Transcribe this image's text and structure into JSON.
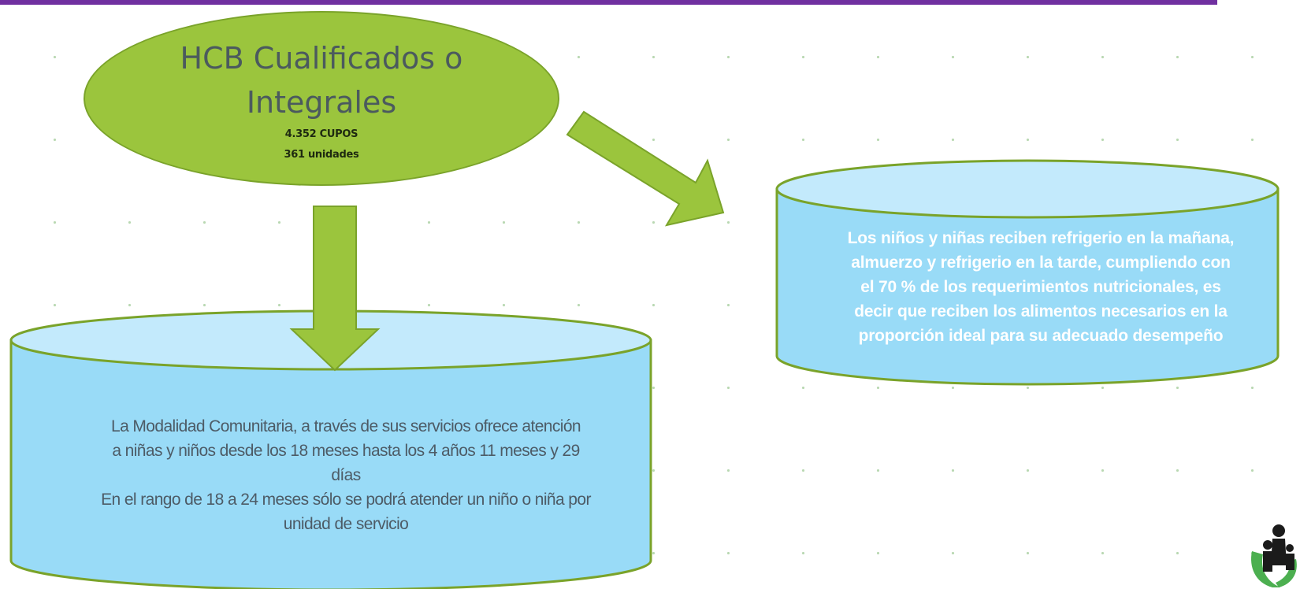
{
  "ellipse": {
    "title_line1": "HCB Cualificados o",
    "title_line2": "Integrales",
    "stat_cupos": "4.352 CUPOS",
    "stat_unidades": "361 unidades"
  },
  "left_cylinder": {
    "line1": "La Modalidad  Comunitaria, a través  de sus servicios ofrece atención",
    "line2": "a niñas y niños desde los 18 meses  hasta los 4 años 11 meses y 29",
    "line3": "días",
    "line4": "En el rango de 18 a 24 meses sólo se podrá atender un niño o niña por",
    "line5": "unidad de servicio"
  },
  "right_cylinder": {
    "line1": "Los niños  y niñas  reciben refrigerio en la mañana,",
    "line2": "almuerzo y refrigerio  en la tarde, cumpliendo  con",
    "line3": "el 70 % de los requerimientos  nutricionales,  es",
    "line4": "decir que reciben los alimentos  necesarios  en la",
    "line5": "proporción ideal  para su adecuado  desempeño"
  },
  "colors": {
    "accent_bar": "#7030a0",
    "shape_green": "#9bc53d",
    "cylinder_body": "#99dbf7",
    "cylinder_top": "#c3eafc",
    "cylinder_border": "#7aa32a"
  },
  "icons": {
    "logo": "family-hand-logo"
  }
}
